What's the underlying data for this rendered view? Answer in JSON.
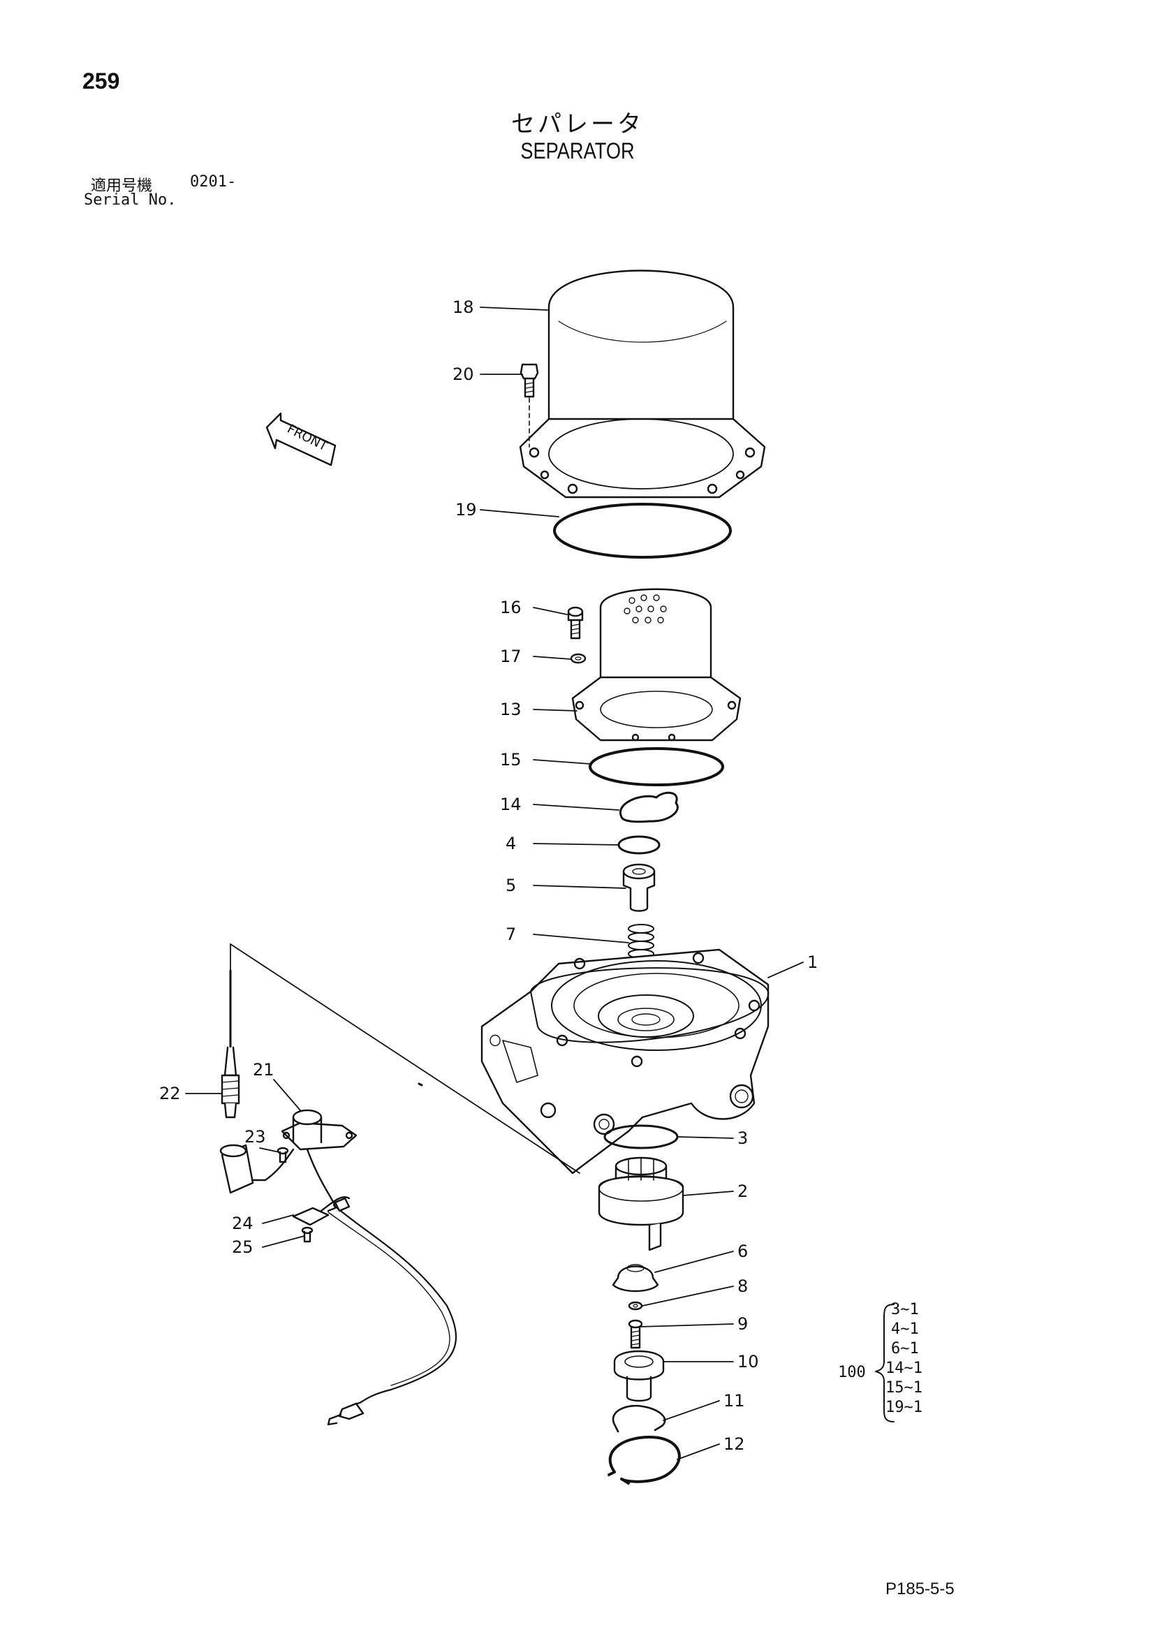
{
  "header": {
    "page_number": "259",
    "title_jp": "セパレータ",
    "title_en": "SEPARATOR",
    "serial_label_jp": "適用号機",
    "serial_value": "0201-",
    "serial_label_en": "Serial No."
  },
  "front_arrow_label": "FRONT",
  "callouts": {
    "p1": "1",
    "p2": "2",
    "p3": "3",
    "p4": "4",
    "p5": "5",
    "p6": "6",
    "p7": "7",
    "p8": "8",
    "p9": "9",
    "p10": "10",
    "p11": "11",
    "p12": "12",
    "p13": "13",
    "p14": "14",
    "p15": "15",
    "p16": "16",
    "p17": "17",
    "p18": "18",
    "p19": "19",
    "p20": "20",
    "p21": "21",
    "p22": "22",
    "p23": "23",
    "p24": "24",
    "p25": "25"
  },
  "kit": {
    "number": "100",
    "items": [
      "3~1",
      "4~1",
      "6~1",
      "14~1",
      "15~1",
      "19~1"
    ]
  },
  "footer": {
    "drawing_code": "P185-5-5"
  }
}
